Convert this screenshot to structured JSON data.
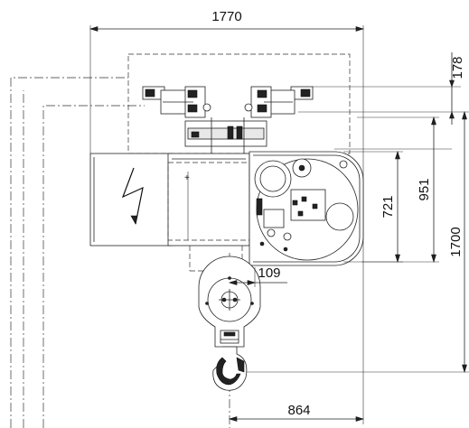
{
  "dimensions": {
    "overall_width": "1770",
    "top_offset": "178",
    "body_height": "721",
    "body_height_total": "951",
    "overall_height": "1700",
    "hook_offset": "109",
    "hook_to_edge": "864"
  }
}
